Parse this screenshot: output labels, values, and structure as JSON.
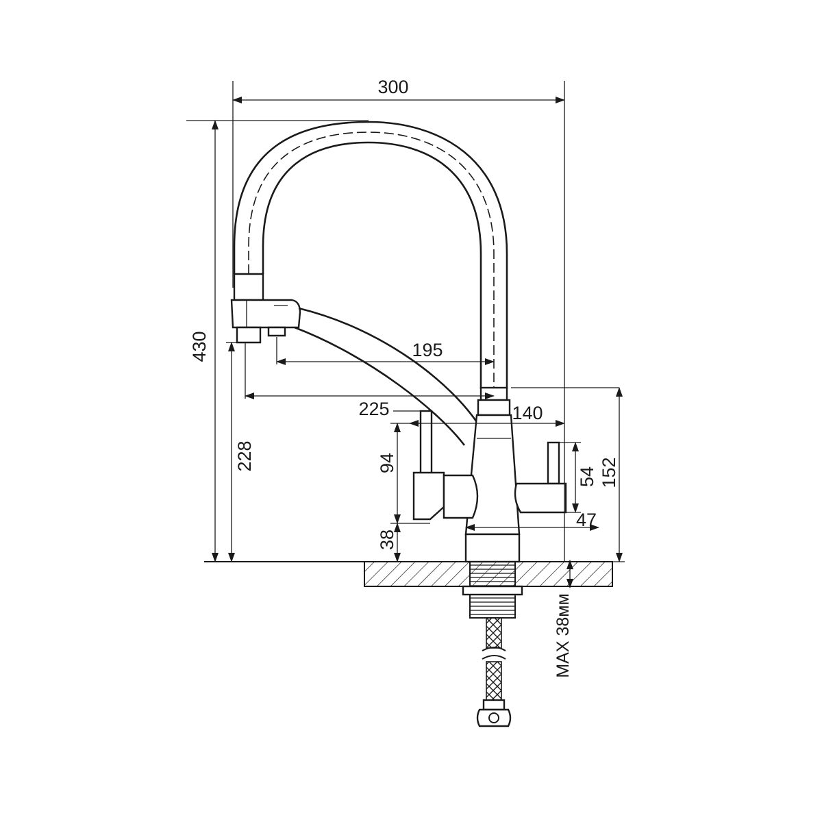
{
  "dimensions": {
    "overall_width": "300",
    "overall_height": "430",
    "outlet_reach_pull": "195",
    "outlet_reach_spout": "225",
    "handle_to_center": "140",
    "spout_outlet_height": "228",
    "left_handle_height": "94",
    "base_height": "38",
    "right_handle_height": "54",
    "body_height": "152",
    "body_width": "47"
  },
  "notes": {
    "max_countertop": "MAX 38мм"
  },
  "colors": {
    "line": "#1a1a1a",
    "background": "#ffffff"
  }
}
